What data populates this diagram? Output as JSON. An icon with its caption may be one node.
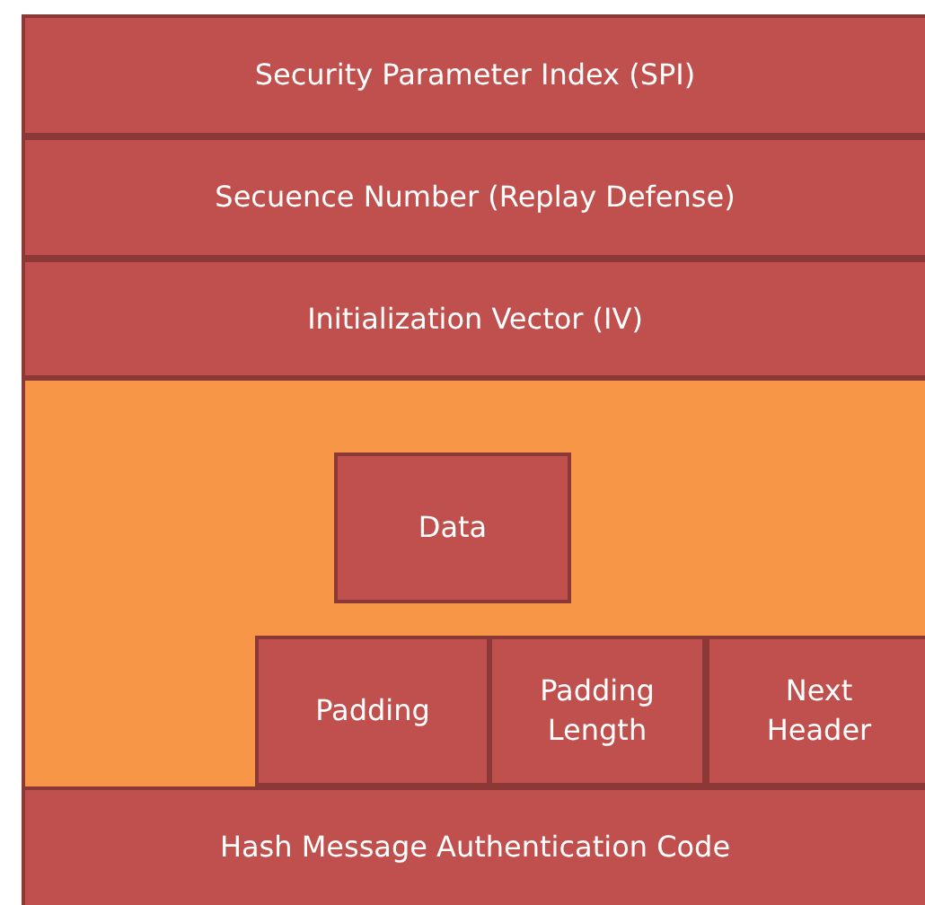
{
  "diagram": {
    "nodes": [
      {
        "text": [
          "Security Parameter Index (SPI)"
        ]
      },
      {
        "text": [
          "Secuence Number (Replay Defense)"
        ]
      },
      {
        "text": [
          "Initialization Vector (IV)"
        ]
      },
      {
        "text": [],
        "shape": "box"
      },
      {
        "text": [
          "Data"
        ],
        "in": 3
      },
      {
        "text": [
          "Padding"
        ],
        "in": 3
      },
      {
        "text": [
          "Padding Length"
        ],
        "in": 3
      },
      {
        "text": [
          "Next Header"
        ],
        "in": 3
      },
      {
        "text": [
          "Hash Message Authentication Code"
        ]
      }
    ]
  }
}
